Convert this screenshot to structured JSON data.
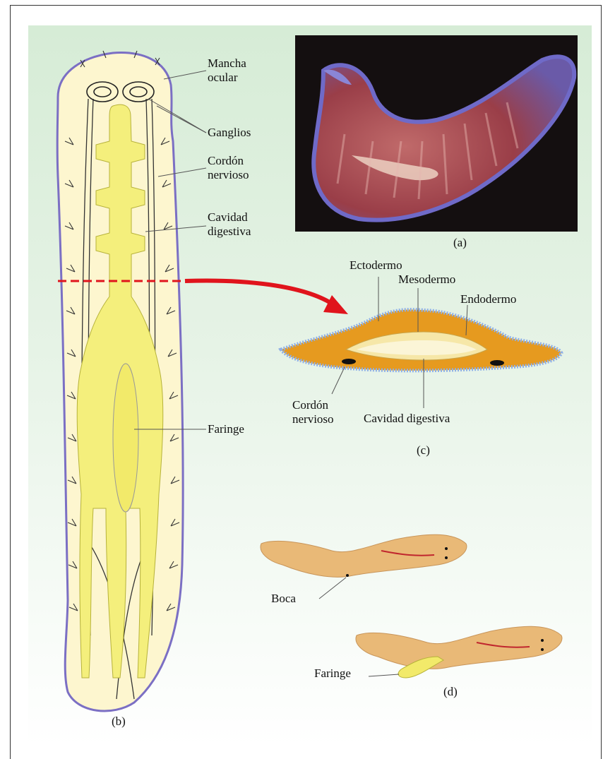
{
  "labels": {
    "mancha_ocular": "Mancha\nocular",
    "ganglios": "Ganglios",
    "cordon_nervioso": "Cordón\nnervioso",
    "cavidad_digestiva": "Cavidad\ndigestiva",
    "faringe_b": "Faringe",
    "panel_a": "(a)",
    "panel_b": "(b)",
    "panel_c": "(c)",
    "panel_d": "(d)",
    "ectodermo": "Ectodermo",
    "mesodermo": "Mesodermo",
    "endodermo": "Endodermo",
    "cordon_nervioso_c": "Cordón\nnervioso",
    "cavidad_digestiva_c": "Cavidad digestiva",
    "boca": "Boca",
    "faringe_d": "Faringe"
  },
  "colors": {
    "body_fill": "#fdf6cf",
    "body_outline": "#7b6fc4",
    "gut_fill": "#f4ef7c",
    "cut_line": "#e0141c",
    "mesoderm": "#e69a1f",
    "ectoderm_edge": "#8fb0e6",
    "worm_fill": "#e9b977"
  }
}
